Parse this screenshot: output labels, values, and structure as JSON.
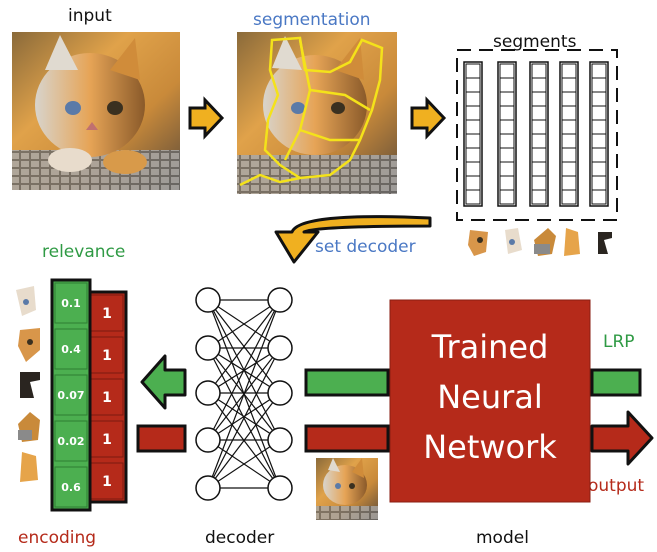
{
  "labels": {
    "input": "input",
    "segmentation": "segmentation",
    "segments": "segments",
    "set_decoder": "set decoder",
    "relevance": "relevance",
    "lrp": "LRP",
    "output": "output",
    "encoding": "encoding",
    "decoder": "decoder",
    "model": "model"
  },
  "model_box": {
    "line1": "Trained",
    "line2": "Neural",
    "line3": "Network"
  },
  "relevance_values": [
    "0.1",
    "0.4",
    "0.07",
    "0.02",
    "0.6"
  ],
  "encoding_values": [
    "1",
    "1",
    "1",
    "1",
    "1"
  ],
  "colors": {
    "green": "#4caf50",
    "red": "#b52a1a",
    "orange_arrow": "#f0b020",
    "blue_label": "#4a78c4",
    "segment_outline": "#f4e21a"
  }
}
